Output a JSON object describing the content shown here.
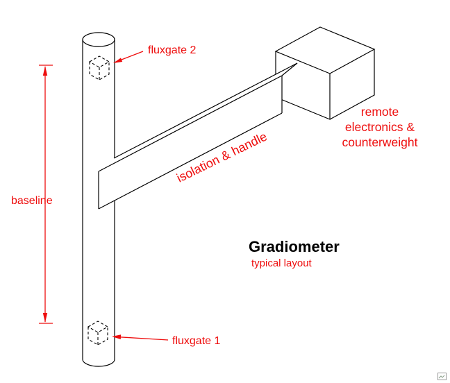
{
  "page": {
    "background": "#ffffff"
  },
  "diagram": {
    "title": "Gradiometer",
    "subtitle": "typical layout",
    "labels": {
      "fluxgate2": "fluxgate 2",
      "fluxgate1": "fluxgate 1",
      "baseline": "baseline",
      "isolation_handle": "isolation & handle",
      "remote": [
        "remote",
        "electronics &",
        "counterweight"
      ]
    },
    "colors": {
      "annotation": "#ee0d0d",
      "line": "#000000"
    }
  }
}
